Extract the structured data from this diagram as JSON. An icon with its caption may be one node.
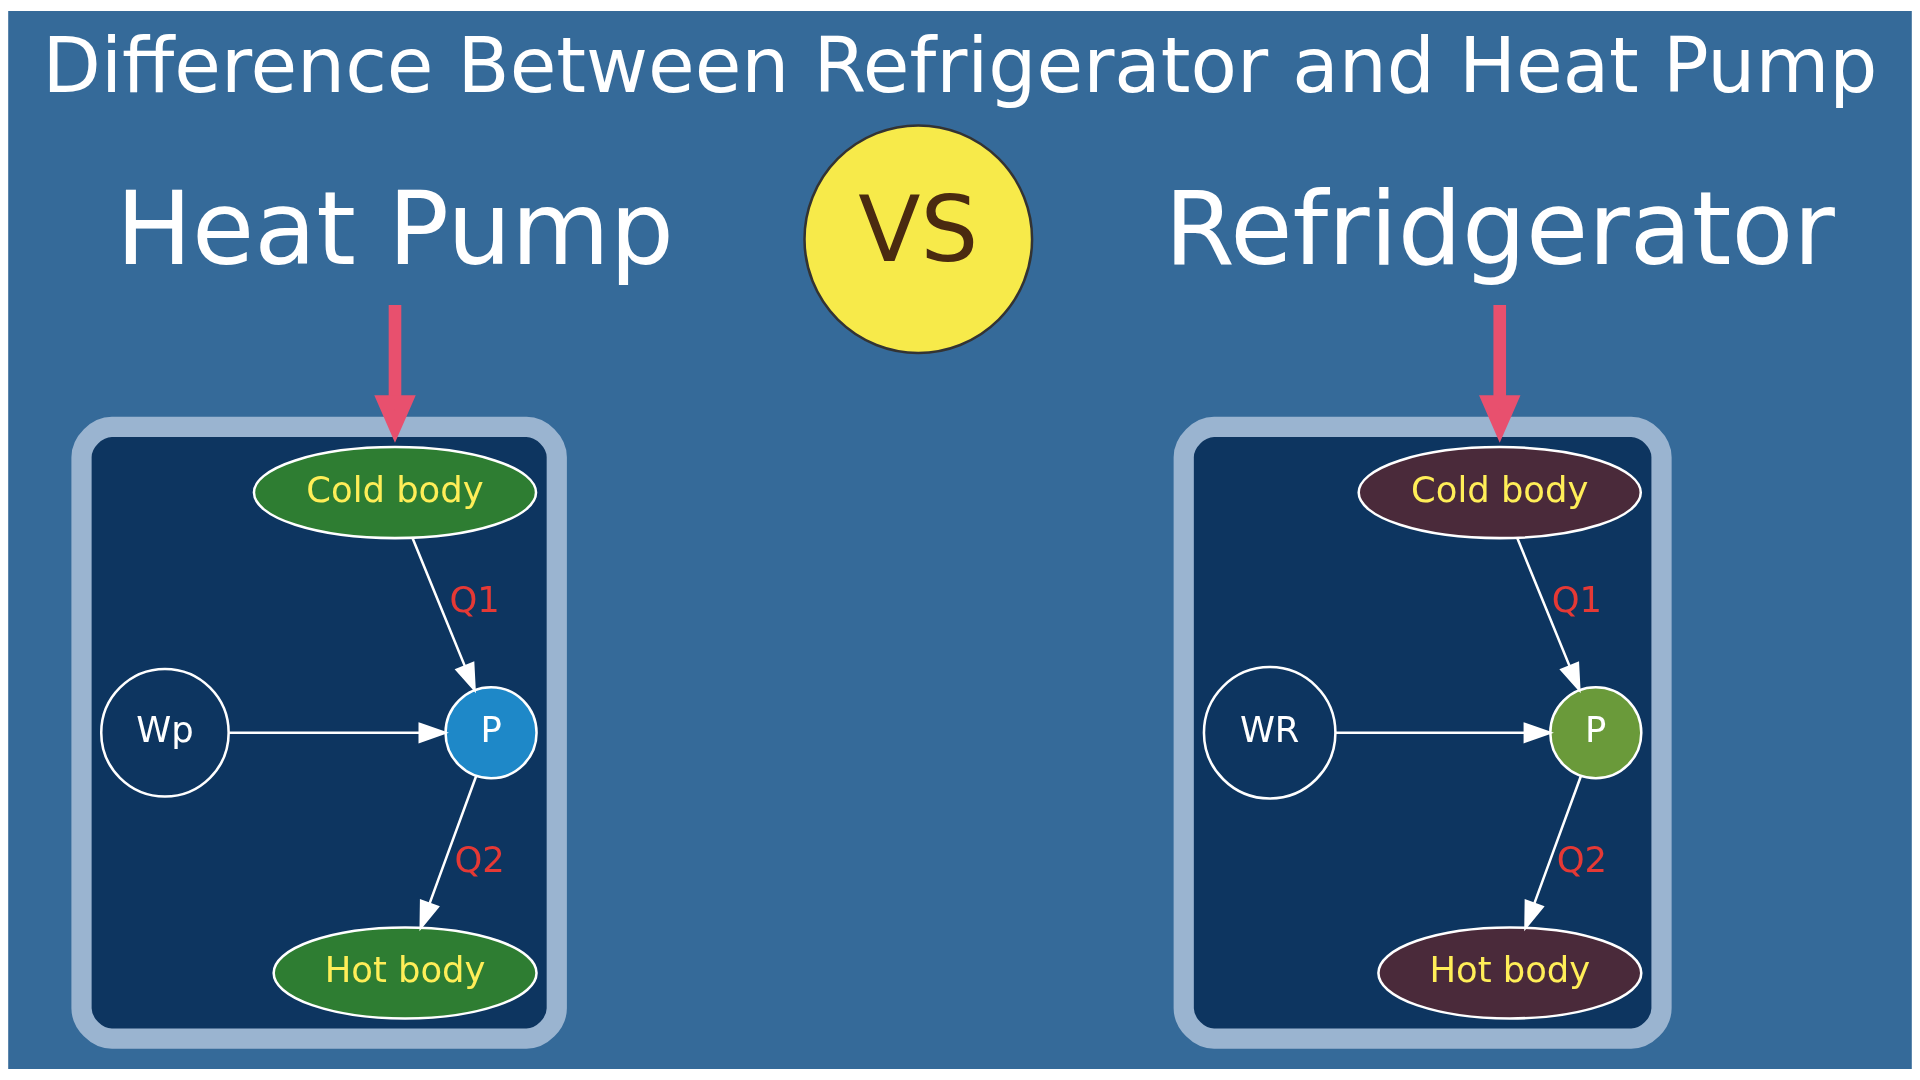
{
  "diagram": {
    "title": "Difference Between Refrigerator and Heat Pump",
    "nodes": [
      {
        "text": [
          "Heat Pump"
        ]
      },
      {
        "text": [],
        "shape": "box"
      },
      {
        "text": [
          "Cold body"
        ],
        "in": 1
      },
      {
        "text": [
          "P"
        ],
        "in": 1
      },
      {
        "text": [
          "Wp"
        ],
        "in": 1
      },
      {
        "text": [
          "Hot body"
        ],
        "in": 1
      },
      {
        "text": [
          "VS"
        ]
      },
      {
        "text": [
          "Refridgerator"
        ]
      },
      {
        "text": [],
        "shape": "box"
      },
      {
        "text": [
          "Cold body"
        ],
        "in": 8
      },
      {
        "text": [
          "P"
        ],
        "in": 8
      },
      {
        "text": [
          "WR"
        ],
        "in": 8
      },
      {
        "text": [
          "Hot body"
        ],
        "in": 8
      }
    ],
    "edges": [
      {
        "from": 0,
        "to": 1,
        "arrow": "to",
        "style": "thick",
        "color": "#e8506e"
      },
      {
        "from": 2,
        "to": 3,
        "arrow": "to",
        "label": "Q1"
      },
      {
        "from": 4,
        "to": 3,
        "arrow": "to"
      },
      {
        "from": 3,
        "to": 5,
        "arrow": "to",
        "label": "Q2"
      },
      {
        "from": 7,
        "to": 8,
        "arrow": "to",
        "style": "thick",
        "color": "#e8506e"
      },
      {
        "from": 9,
        "to": 10,
        "arrow": "to",
        "label": "Q1"
      },
      {
        "from": 11,
        "to": 10,
        "arrow": "to"
      },
      {
        "from": 10,
        "to": 12,
        "arrow": "to",
        "label": "Q2"
      }
    ]
  }
}
